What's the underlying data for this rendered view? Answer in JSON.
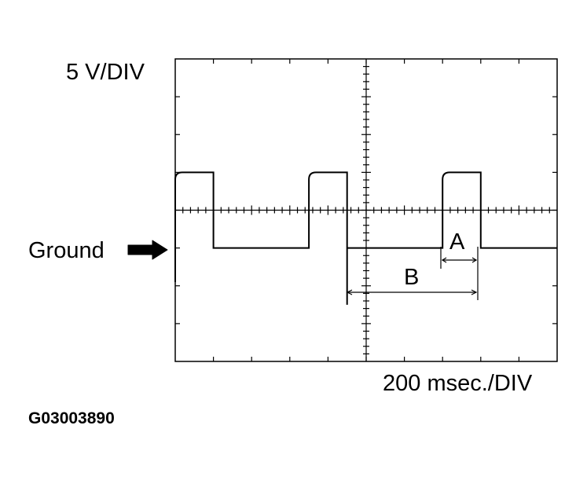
{
  "labels": {
    "voltage_scale": "5 V/DIV",
    "time_scale": "200 msec./DIV",
    "ground": "Ground",
    "marker_a": "A",
    "marker_b": "B",
    "figure_id": "G03003890"
  },
  "colors": {
    "ink": "#000000",
    "background": "#ffffff"
  },
  "icons": {
    "ground_arrow": "right-arrow-icon"
  },
  "scope": {
    "horizontal_divisions": 10,
    "vertical_divisions": 8,
    "minor_ticks_per_division": 5,
    "center_marker_level_div": 1,
    "signal": {
      "high_level_div": 2,
      "low_level_div": 0,
      "dip_level_div": -1.5,
      "transitions_div": [
        {
          "x": 0,
          "from": 0,
          "to": 2
        },
        {
          "x": 1,
          "from": 2,
          "to": 0
        },
        {
          "x": 3.5,
          "from": 0,
          "to": 2
        },
        {
          "x": 4.5,
          "from": 2,
          "to": -1.5
        },
        {
          "x": 7,
          "from": 0,
          "to": 2
        },
        {
          "x": 8,
          "from": 2,
          "to": 0
        }
      ]
    },
    "interval_a_div": [
      7,
      8
    ],
    "interval_b_div": [
      4.5,
      8
    ]
  }
}
